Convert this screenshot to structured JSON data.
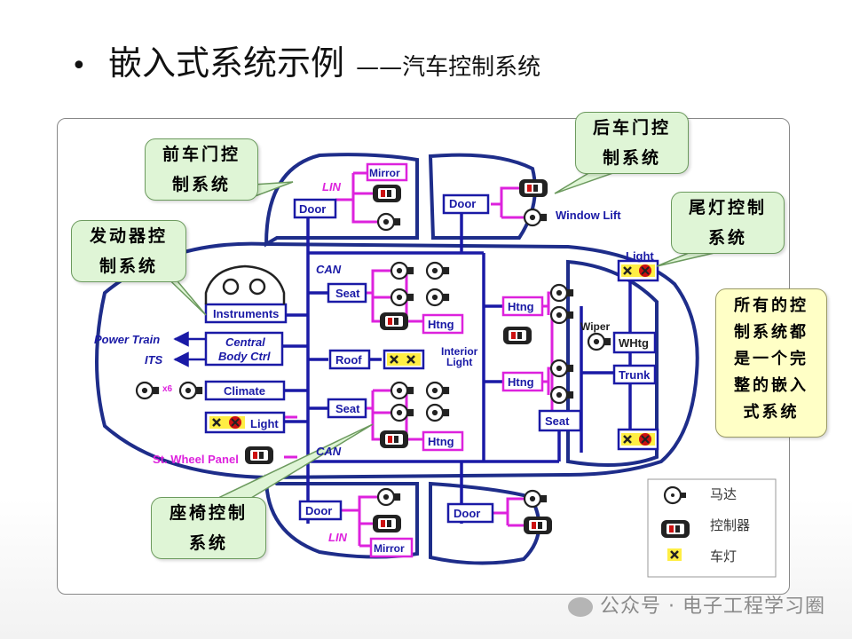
{
  "title": {
    "bullet": "•",
    "main": "嵌入式系统示例",
    "dash": "——",
    "sub": "汽车控制系统"
  },
  "diagram": {
    "labels": {
      "mirror_top": "Mirror",
      "lin_top": "LIN",
      "door_fl": "Door",
      "door_rl": "Door",
      "window_lift": "Window Lift",
      "light_rr": "Light",
      "can_top": "CAN",
      "seat_front": "Seat",
      "htng_front": "Htng",
      "instruments": "Instruments",
      "power_train": "Power Train",
      "its": "ITS",
      "central_body_1": "Central",
      "central_body_2": "Body Ctrl",
      "roof": "Roof",
      "interior_1": "Interior",
      "interior_2": "Light",
      "x6": "x6",
      "climate": "Climate",
      "seat_rear": "Seat",
      "htng_rear": "Htng",
      "light_front": "Light",
      "wheel_panel": "St. Wheel Panel",
      "can_bottom": "CAN",
      "htng_r1": "Htng",
      "htng_r2": "Htng",
      "wiper": "Wiper",
      "whtg": "WHtg",
      "trunk": "Trunk",
      "seat_r": "Seat",
      "door_fr": "Door",
      "door_rr": "Door",
      "lin_bottom": "LIN",
      "mirror_bottom": "Mirror"
    },
    "legend": {
      "motor": "马达",
      "controller": "控制器",
      "lamp": "车灯"
    },
    "colors": {
      "bus": "#1a1aa6",
      "lin": "#dd22dd",
      "car_outline": "#1e2d8a",
      "box_text": "#1a1aa6"
    }
  },
  "callouts": {
    "front_door": "前车门控制系统",
    "rear_door": "后车门控制系统",
    "engine": "发动器控制系统",
    "tail_light": "尾灯控制系统",
    "seat": "座椅控制系统",
    "note": "所有的控制系统都是一个完整的嵌入式系统"
  },
  "watermark": "公众号 · 电子工程学习圈"
}
